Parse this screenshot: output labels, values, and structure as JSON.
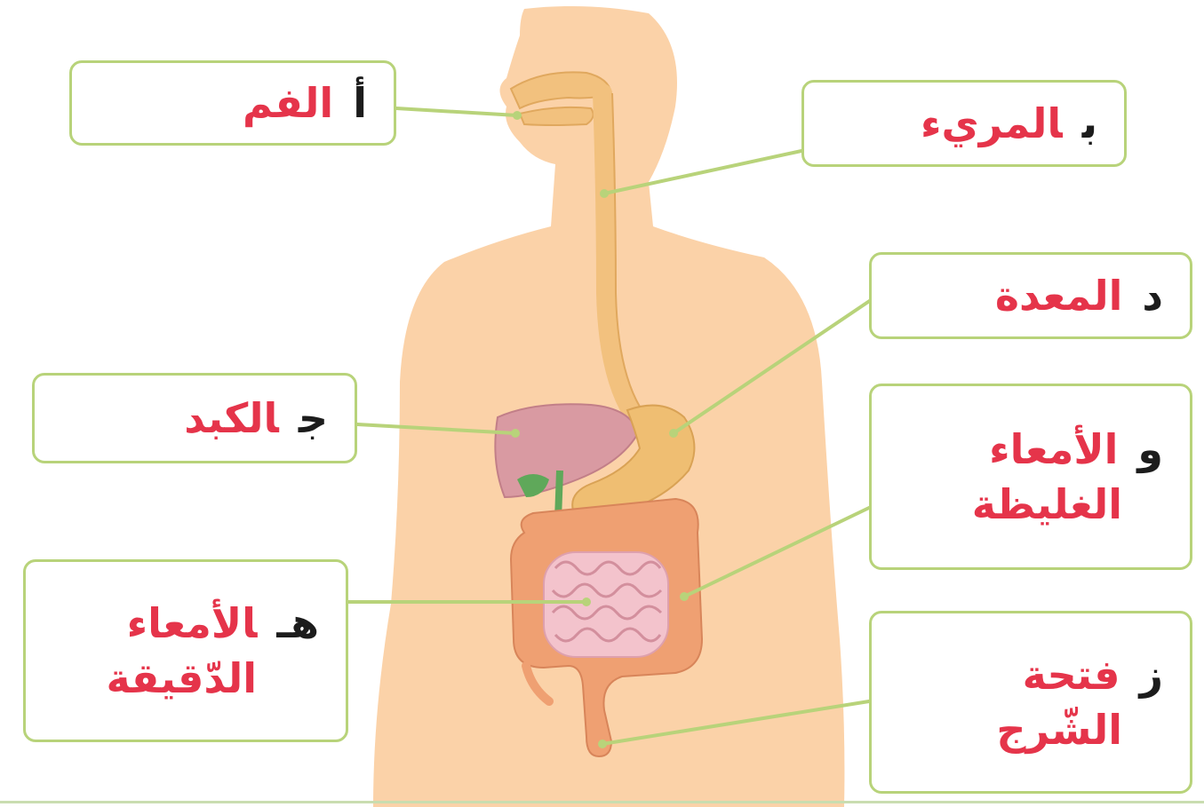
{
  "labels": [
    {
      "id": "mouth",
      "letter": "أ",
      "lines": [
        "الفم"
      ]
    },
    {
      "id": "esophagus",
      "letter": "ب",
      "lines": [
        "المريء"
      ]
    },
    {
      "id": "stomach",
      "letter": "د",
      "lines": [
        "المعدة"
      ]
    },
    {
      "id": "liver",
      "letter": "ج",
      "lines": [
        "الكبد"
      ]
    },
    {
      "id": "large-intestine",
      "letter": "و",
      "lines": [
        "الأمعاء",
        "الغليظة"
      ]
    },
    {
      "id": "small-intestine",
      "letter": "هـ",
      "lines": [
        "الأمعاء",
        "الدّقيقة"
      ]
    },
    {
      "id": "anus",
      "letter": "ز",
      "lines": [
        "فتحة",
        "الشّرج"
      ]
    }
  ],
  "colors": {
    "skin": "#fbd2a8",
    "tract": "#f2c17e",
    "liver": "#d99aa2",
    "large_intestine": "#efa072",
    "small_intestine": "#f3c3cc",
    "gallbladder": "#5fa85a",
    "leader_line": "#b8d37a",
    "letter_text": "#1c1c1c",
    "organ_text": "#e5344a"
  }
}
